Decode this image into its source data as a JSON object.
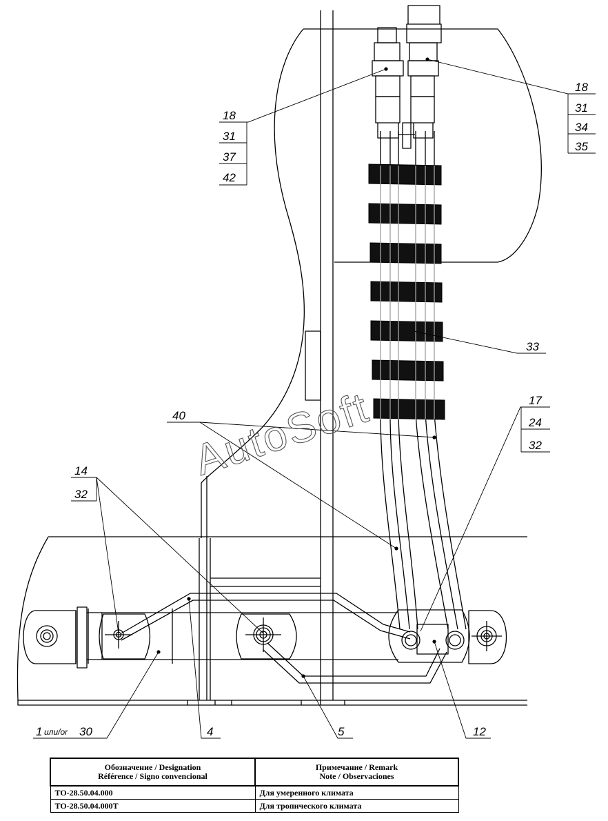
{
  "callouts": {
    "top_left": [
      "18",
      "31",
      "37",
      "42"
    ],
    "top_right": [
      "18",
      "31",
      "34",
      "35"
    ],
    "hoses": "33",
    "mid_right": [
      "17",
      "24",
      "32"
    ],
    "left_mid": "40",
    "left_bolt": [
      "14",
      "32"
    ],
    "bottom_1": "1",
    "bottom_1_or": "или/or",
    "bottom_30": "30",
    "bottom_4": "4",
    "bottom_5": "5",
    "bottom_12": "12"
  },
  "watermark": "AutoSoft",
  "table": {
    "header_col1_line1": "Обозначение / Designation",
    "header_col1_line2": "Référence / Signo convencional",
    "header_col2_line1": "Примечание / Remark",
    "header_col2_line2": "Note / Observaciones",
    "rows": [
      {
        "designation": "ТО-28.50.04.000",
        "remark": "Для умеренного климата"
      },
      {
        "designation": "ТО-28.50.04.000Т",
        "remark": "Для тропического климата"
      }
    ]
  }
}
